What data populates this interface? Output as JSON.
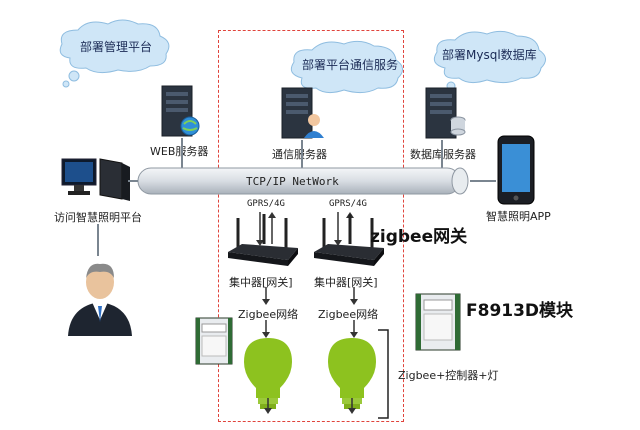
{
  "clouds": {
    "management": "部署管理平台",
    "comm": "部署平台通信服务",
    "db": "部署Mysql数据库"
  },
  "servers": {
    "web": "WEB服务器",
    "comm": "通信服务器",
    "db": "数据库服务器"
  },
  "network": {
    "label": "TCP/IP NetWork"
  },
  "client": {
    "pc_label": "访问智慧照明平台",
    "app_label": "智慧照明APP"
  },
  "gateways": {
    "link_label_left": "GPRS/4G",
    "link_label_right": "GPRS/4G",
    "label_left": "集中器[网关]",
    "label_right": "集中器[网关]",
    "title": "zigbee网关"
  },
  "zigbee": {
    "net_label_left": "Zigbee网络",
    "net_label_right": "Zigbee网络",
    "bracket_label": "Zigbee+控制器+灯"
  },
  "module": {
    "title": "F8913D模块"
  },
  "colors": {
    "pipe": "#d8dde3",
    "bulb": "#8dc21f",
    "cloud": "#cfe6f7",
    "dashed": "#e0443c"
  }
}
